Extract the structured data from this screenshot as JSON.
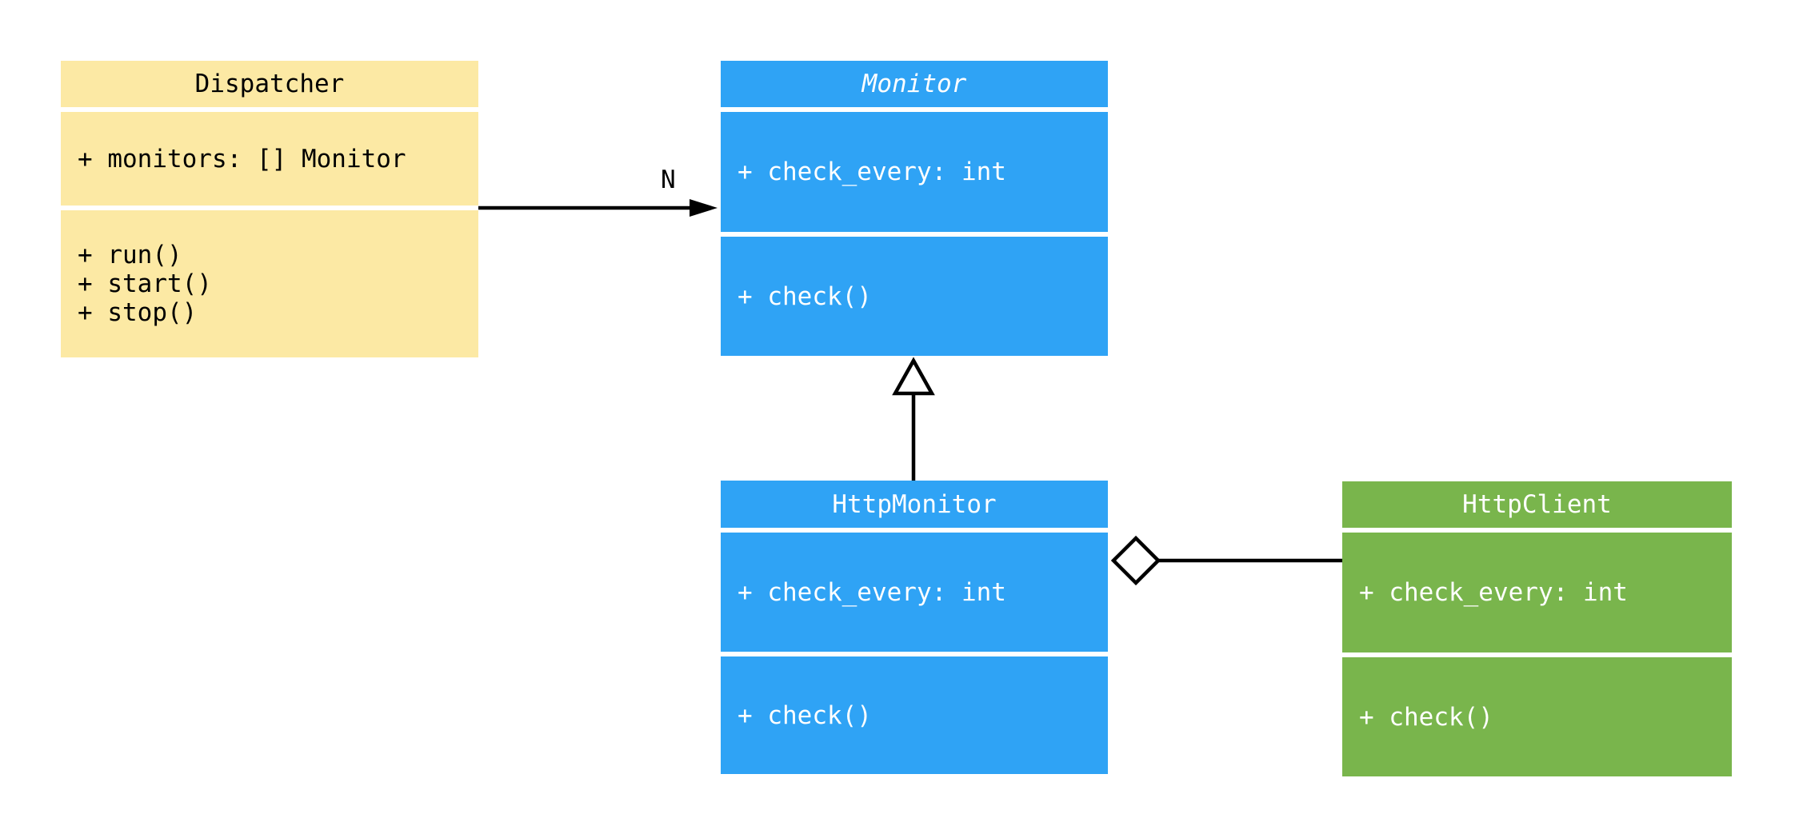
{
  "colors": {
    "class_yellow": "#FCE9A4",
    "class_blue": "#2FA3F5",
    "class_green": "#79B54C",
    "text_dark": "#000000",
    "text_light": "#FFFFFF",
    "connector_black": "#000000"
  },
  "diagram": {
    "kind": "uml-class-diagram",
    "classes": [
      {
        "name": "Dispatcher",
        "abstract": false,
        "attributes": [
          "+ monitors: [] Monitor"
        ],
        "methods": [
          "+ run()",
          "+ start()",
          "+ stop()"
        ]
      },
      {
        "name": "Monitor",
        "abstract": true,
        "attributes": [
          "+ check_every: int"
        ],
        "methods": [
          "+ check()"
        ]
      },
      {
        "name": "HttpMonitor",
        "abstract": false,
        "attributes": [
          "+ check_every: int"
        ],
        "methods": [
          "+ check()"
        ]
      },
      {
        "name": "HttpClient",
        "abstract": false,
        "attributes": [
          "+ check_every: int"
        ],
        "methods": [
          "+ check()"
        ]
      }
    ],
    "relationships": [
      {
        "from": "Dispatcher",
        "to": "Monitor",
        "type": "directed-association",
        "label": "N"
      },
      {
        "from": "HttpMonitor",
        "to": "Monitor",
        "type": "generalization",
        "label": ""
      },
      {
        "from": "HttpMonitor",
        "to": "HttpClient",
        "type": "aggregation",
        "label": ""
      }
    ]
  },
  "labels": {
    "association_multiplicity": "N"
  }
}
